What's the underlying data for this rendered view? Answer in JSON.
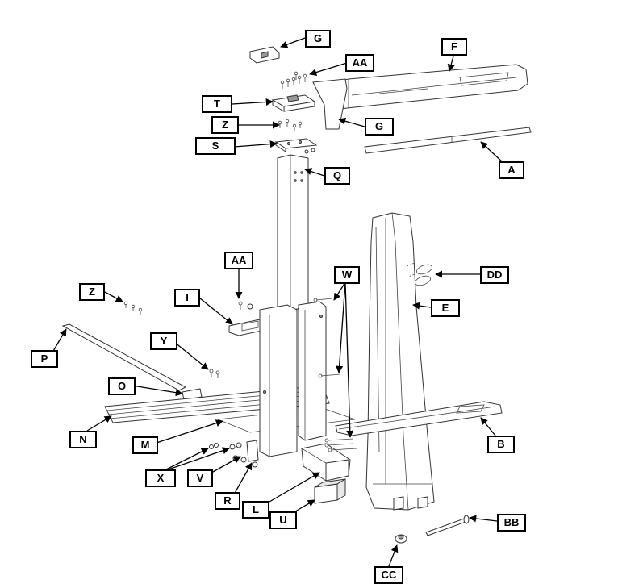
{
  "diagram": {
    "labels": {
      "G_top": "G",
      "AA_top": "AA",
      "F": "F",
      "T": "T",
      "G_mid": "G",
      "Z_top": "Z",
      "S": "S",
      "A": "A",
      "Q": "Q",
      "AA_mid": "AA",
      "W": "W",
      "DD": "DD",
      "Z_left": "Z",
      "I": "I",
      "E": "E",
      "P": "P",
      "Y": "Y",
      "O": "O",
      "N": "N",
      "M": "M",
      "B": "B",
      "X": "X",
      "V": "V",
      "R": "R",
      "L": "L",
      "U": "U",
      "BB": "BB",
      "CC": "CC"
    }
  }
}
